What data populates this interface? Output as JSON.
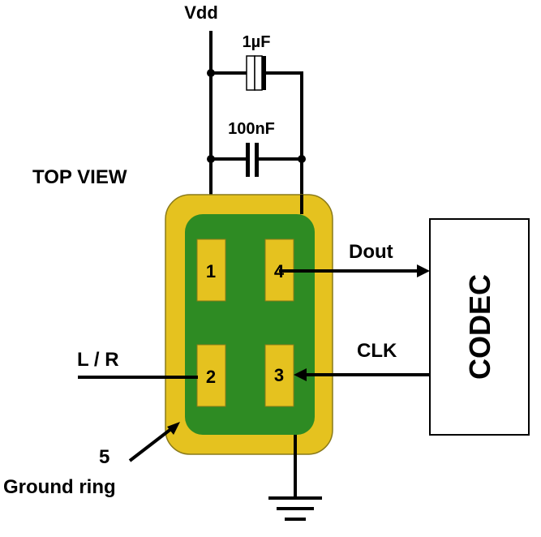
{
  "labels": {
    "vdd": "Vdd",
    "cap1": "1µF",
    "cap2": "100nF",
    "top_view": "TOP VIEW",
    "dout": "Dout",
    "clk": "CLK",
    "lr": "L / R",
    "ground_ring_num": "5",
    "ground_ring": "Ground ring",
    "codec": "CODEC"
  },
  "pins": {
    "p1": "1",
    "p2": "2",
    "p3": "3",
    "p4": "4"
  },
  "colors": {
    "ring": "#e5c21f",
    "ring_border": "#8a7a1a",
    "body": "#2e8b23",
    "pad": "#e5c21f"
  }
}
